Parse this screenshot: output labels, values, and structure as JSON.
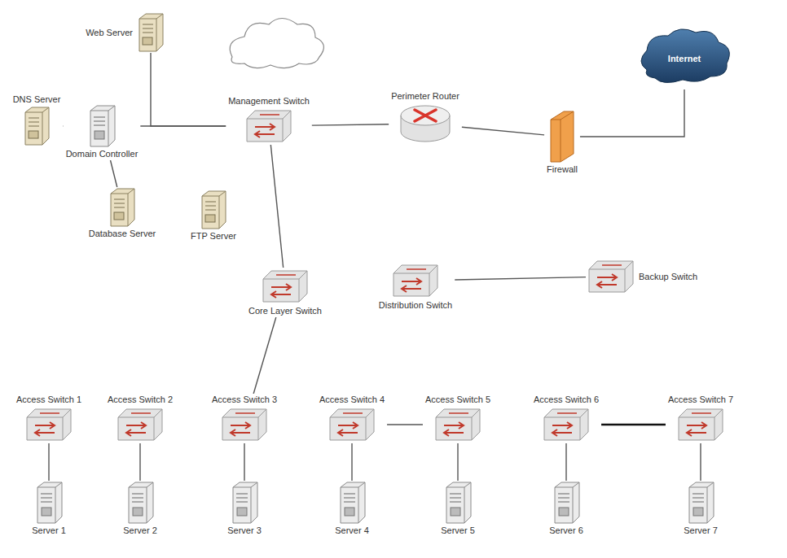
{
  "diagram": {
    "nodes": [
      {
        "text": [
          "Web Server"
        ]
      },
      {
        "text": [
          "DNS Server"
        ]
      },
      {
        "text": [
          "Domain Controller"
        ]
      },
      {
        "text": [
          "Management Switch"
        ]
      },
      {
        "text": [
          "Database Server"
        ]
      },
      {
        "text": [
          "FTP Server"
        ]
      },
      {
        "text": [
          "Perimeter Router"
        ]
      },
      {
        "text": [
          "Firewall"
        ]
      },
      {
        "text": [
          "Internet"
        ]
      },
      {
        "text": [
          "Core Layer Switch"
        ]
      },
      {
        "text": [
          "Distribution Switch"
        ]
      },
      {
        "text": [
          "Backup Switch"
        ]
      },
      {
        "text": [
          "Access Switch 1"
        ]
      },
      {
        "text": [
          "Access Switch 2"
        ]
      },
      {
        "text": [
          "Access Switch 3"
        ]
      },
      {
        "text": [
          "Access Switch 4"
        ]
      },
      {
        "text": [
          "Access Switch 5"
        ]
      },
      {
        "text": [
          "Access Switch 6"
        ]
      },
      {
        "text": [
          "Access Switch 7"
        ]
      },
      {
        "text": [
          "Server 1"
        ]
      },
      {
        "text": [
          "Server 2"
        ]
      },
      {
        "text": [
          "Server 3"
        ]
      },
      {
        "text": [
          "Server 4"
        ]
      },
      {
        "text": [
          "Server 5"
        ]
      },
      {
        "text": [
          "Server 6"
        ]
      },
      {
        "text": [
          "Server 7"
        ]
      }
    ],
    "edges": [
      {
        "from": 0,
        "to": 3,
        "arrow": "none"
      },
      {
        "from": 1,
        "to": 2,
        "arrow": "none"
      },
      {
        "from": 2,
        "to": 3,
        "arrow": "none"
      },
      {
        "from": 2,
        "to": 4,
        "arrow": "none"
      },
      {
        "from": 3,
        "to": 6,
        "arrow": "none"
      },
      {
        "from": 6,
        "to": 7,
        "arrow": "none"
      },
      {
        "from": 7,
        "to": 8,
        "arrow": "none"
      },
      {
        "from": 3,
        "to": 9,
        "arrow": "none"
      },
      {
        "from": 9,
        "to": 14,
        "arrow": "none"
      },
      {
        "from": 10,
        "to": 11,
        "arrow": "none"
      },
      {
        "from": 15,
        "to": 16,
        "arrow": "none"
      },
      {
        "from": 17,
        "to": 18,
        "arrow": "none"
      },
      {
        "from": 12,
        "to": 19,
        "arrow": "none"
      },
      {
        "from": 13,
        "to": 20,
        "arrow": "none"
      },
      {
        "from": 14,
        "to": 21,
        "arrow": "none"
      },
      {
        "from": 15,
        "to": 22,
        "arrow": "none"
      },
      {
        "from": 16,
        "to": 23,
        "arrow": "none"
      },
      {
        "from": 17,
        "to": 24,
        "arrow": "none"
      },
      {
        "from": 18,
        "to": 25,
        "arrow": "none"
      }
    ]
  }
}
